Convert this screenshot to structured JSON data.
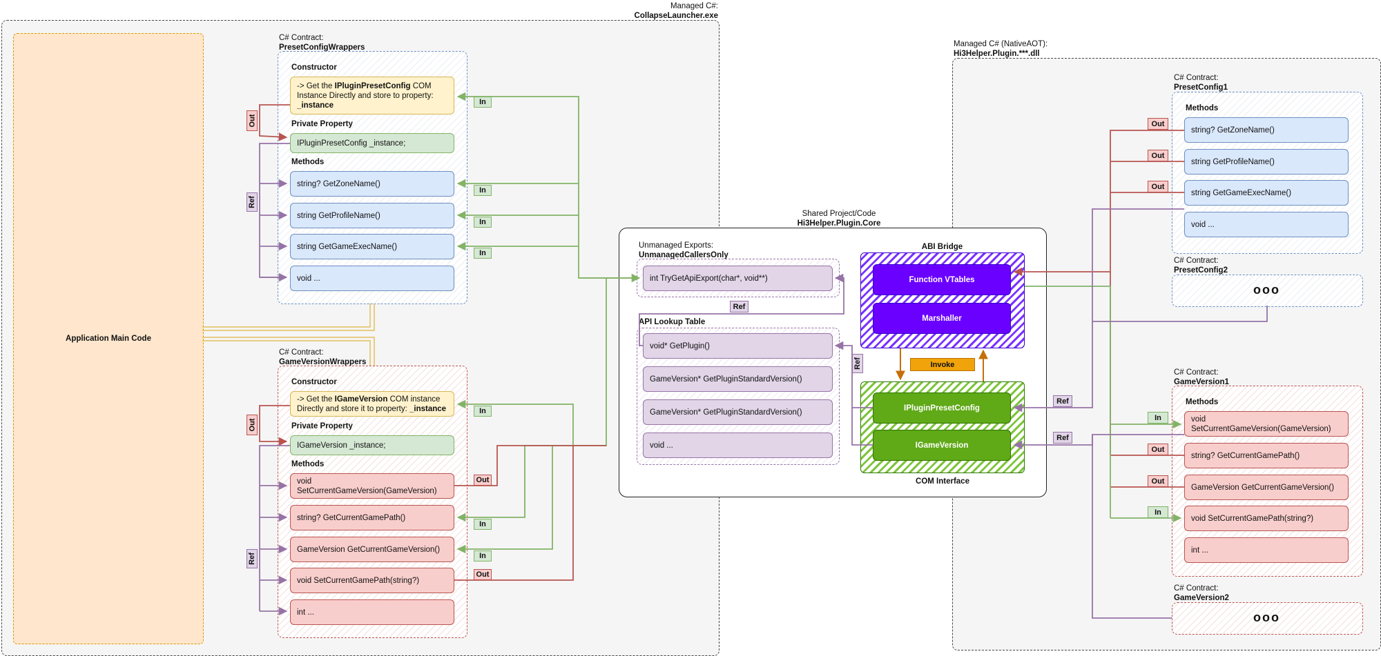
{
  "left_region": {
    "caption_line1": "Managed C#:",
    "caption_line2": "CollapseLauncher.exe"
  },
  "right_region": {
    "caption_line1": "Managed C# (NativeAOT):",
    "caption_line2": "Hi3Helper.Plugin.***.dll"
  },
  "app_main": {
    "label": "Application Main Code"
  },
  "preset_wrappers": {
    "caption_line1": "C# Contract:",
    "caption_line2": "PresetConfigWrappers",
    "constructor_label": "Constructor",
    "ctor_prefix": "-> Get the ",
    "ctor_bold": "IPluginPresetConfig",
    "ctor_mid": " COM Instance Directly and store to property: ",
    "ctor_prop": "_instance",
    "private_label": "Private Property",
    "private_field": "IPluginPresetConfig _instance;",
    "methods_label": "Methods",
    "methods": [
      "string? GetZoneName()",
      "string GetProfileName()",
      "string GetGameExecName()",
      "void ..."
    ]
  },
  "gameversion_wrappers": {
    "caption_line1": "C# Contract:",
    "caption_line2": "GameVersionWrappers",
    "constructor_label": "Constructor",
    "ctor_prefix": "-> Get the ",
    "ctor_bold": "IGameVersion",
    "ctor_mid": " COM instance Directly and store it to property: ",
    "ctor_prop": "_instance",
    "private_label": "Private Property",
    "private_field": "IGameVersion _instance;",
    "methods_label": "Methods",
    "methods": [
      "void SetCurrentGameVersion(GameVersion)",
      "string? GetCurrentGamePath()",
      "GameVersion GetCurrentGameVersion()",
      "void SetCurrentGamePath(string?)",
      "int ..."
    ]
  },
  "shared": {
    "caption_line1": "Shared Project/Code",
    "caption_line2": "Hi3Helper.Plugin.Core",
    "exports_line1": "Unmanaged Exports:",
    "exports_line2": "UnmanagedCallersOnly",
    "export_fn": "int TryGetApiExport(char*, void**)",
    "lookup_label": "API Lookup Table",
    "lookup_items": [
      "void* GetPlugin()",
      "GameVersion* GetPluginStandardVersion()",
      "GameVersion* GetPluginStandardVersion()",
      "void ..."
    ],
    "abi_label": "ABI Bridge",
    "function_vtables": "Function VTables",
    "marshaller": "Marshaller",
    "invoke": "Invoke",
    "com_label": "COM Interface",
    "ipluginpresetconfig": "IPluginPresetConfig",
    "igameversion": "IGameVersion"
  },
  "preset_config1": {
    "caption_line1": "C# Contract:",
    "caption_line2": "PresetConfig1",
    "methods_label": "Methods",
    "methods": [
      "string? GetZoneName()",
      "string GetProfileName()",
      "string GetGameExecName()",
      "void ..."
    ]
  },
  "preset_config2": {
    "caption_line1": "C# Contract:",
    "caption_line2": "PresetConfig2",
    "ellipsis": "ooo"
  },
  "game_version1": {
    "caption_line1": "C# Contract:",
    "caption_line2": "GameVersion1",
    "methods_label": "Methods",
    "methods": [
      "void SetCurrentGameVersion(GameVersion)",
      "string? GetCurrentGamePath()",
      "GameVersion GetCurrentGameVersion()",
      "void SetCurrentGamePath(string?)",
      "int ..."
    ]
  },
  "game_version2": {
    "caption_line1": "C# Contract:",
    "caption_line2": "GameVersion2",
    "ellipsis": "ooo"
  },
  "tags": {
    "in": "In",
    "out": "Out",
    "ref": "Ref"
  },
  "colors": {
    "in_link": "#82b366",
    "out_link": "#b85450",
    "ref_link": "#9673a6",
    "invoke_link": "#c56f0b",
    "app_link": "#e3be5b",
    "abi_fill": "#6a00ff",
    "com_fill": "#60a917"
  }
}
